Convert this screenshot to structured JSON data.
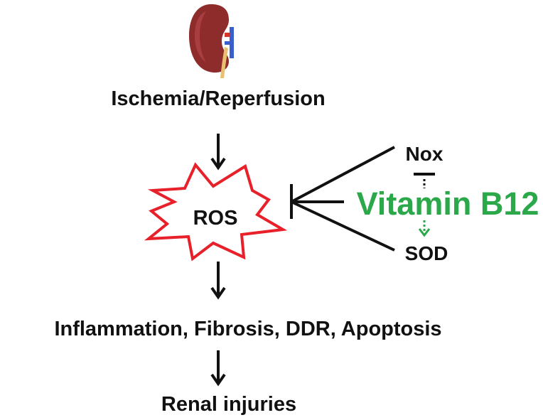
{
  "nodes": {
    "trigger": "Ischemia/Reperfusion",
    "ros": "ROS",
    "nox": "Nox",
    "vitamin": "Vitamin B12",
    "sod": "SOD",
    "effects": "Inflammation, Fibrosis, DDR, Apoptosis",
    "outcome": "Renal injuries"
  },
  "icons": {
    "organ": "kidney-icon",
    "burst": "starburst-icon"
  },
  "colors": {
    "text": "#111111",
    "vitamin": "#2aa84a",
    "burst_stroke": "#e8202a",
    "kidney": "#8e2b2b",
    "vein": "#3a5fcd",
    "artery": "#d8352a",
    "ureter": "#e8c070"
  },
  "relations": {
    "inhibit": "ROS inhibited by Vitamin B12 pathway",
    "vitamin_to_nox": "inhibits",
    "vitamin_to_sod": "promotes"
  }
}
